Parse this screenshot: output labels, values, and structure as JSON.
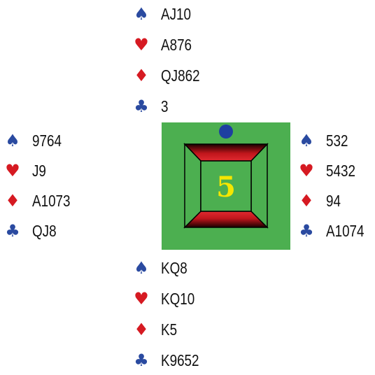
{
  "colors": {
    "table_felt": "#4caf50",
    "black_suits": "#2a4aa0",
    "red_suits": "#d61a22",
    "board_number": "#f5e600",
    "vulnerable_bar": "#c0161c",
    "dealer_marker": "#1e3fa0"
  },
  "board": {
    "number": "5",
    "dealer_marker_side": "north",
    "vulnerable_bars": [
      "north",
      "south"
    ]
  },
  "hands": {
    "north": {
      "spades": "AJ10",
      "hearts": "A876",
      "diamonds": "QJ862",
      "clubs": "3"
    },
    "west": {
      "spades": "9764",
      "hearts": "J9",
      "diamonds": "A1073",
      "clubs": "QJ8"
    },
    "east": {
      "spades": "532",
      "hearts": "5432",
      "diamonds": "94",
      "clubs": "A1074"
    },
    "south": {
      "spades": "KQ8",
      "hearts": "KQ10",
      "diamonds": "K5",
      "clubs": "K9652"
    }
  },
  "icons": {
    "spades": "spade-icon",
    "hearts": "heart-icon",
    "diamonds": "diamond-icon",
    "clubs": "club-icon"
  }
}
